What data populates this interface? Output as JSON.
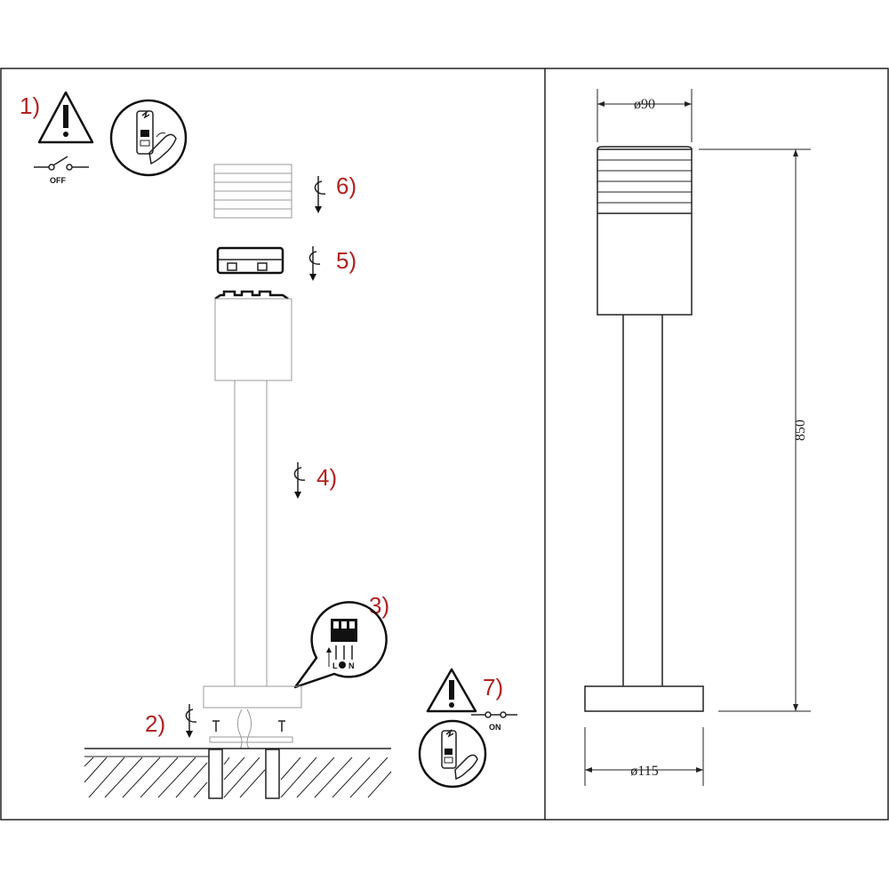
{
  "steps": {
    "s1": "1)",
    "s2": "2)",
    "s3": "3)",
    "s4": "4)",
    "s5": "5)",
    "s6": "6)",
    "s7": "7)"
  },
  "switch_labels": {
    "off": "OFF",
    "on": "ON"
  },
  "terminal_labels": {
    "l": "L",
    "n": "N"
  },
  "dimensions": {
    "top_diameter": "ø90",
    "base_diameter": "ø115",
    "height": "850"
  }
}
